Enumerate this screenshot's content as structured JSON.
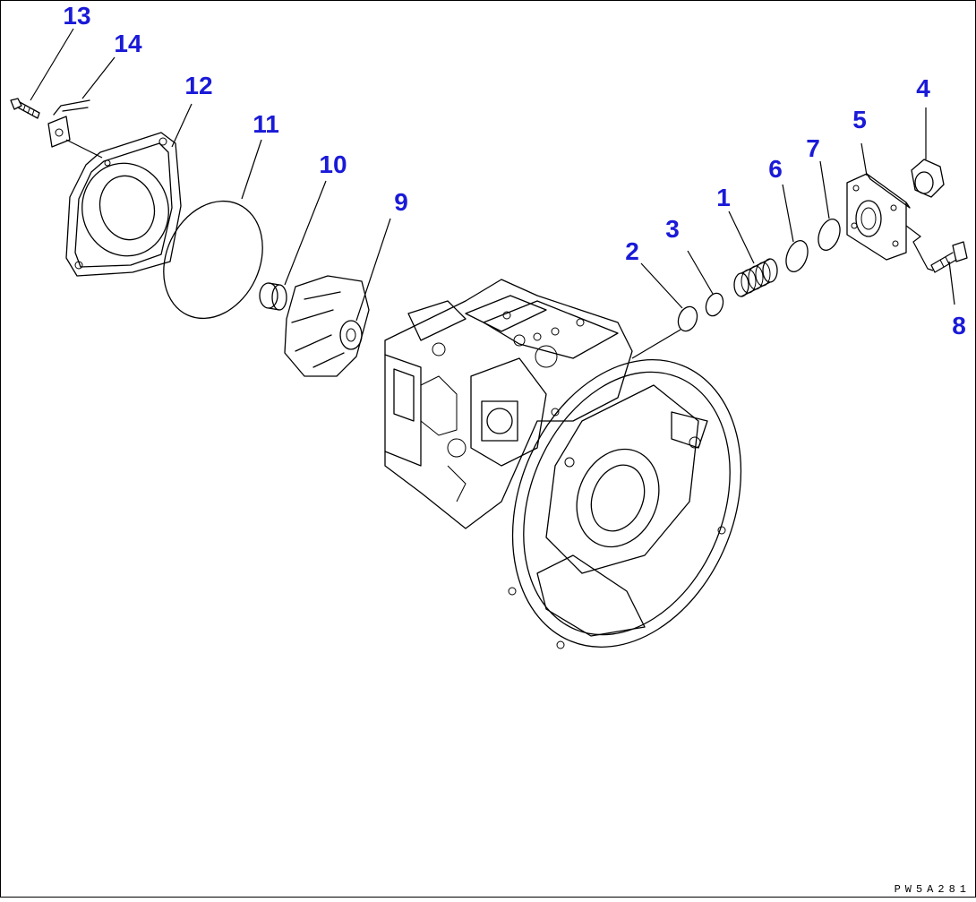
{
  "diagram": {
    "callouts": [
      {
        "id": "1",
        "label": "1"
      },
      {
        "id": "2",
        "label": "2"
      },
      {
        "id": "3",
        "label": "3"
      },
      {
        "id": "4",
        "label": "4"
      },
      {
        "id": "5",
        "label": "5"
      },
      {
        "id": "6",
        "label": "6"
      },
      {
        "id": "7",
        "label": "7"
      },
      {
        "id": "8",
        "label": "8"
      },
      {
        "id": "9",
        "label": "9"
      },
      {
        "id": "10",
        "label": "10"
      },
      {
        "id": "11",
        "label": "11"
      },
      {
        "id": "12",
        "label": "12"
      },
      {
        "id": "13",
        "label": "13"
      },
      {
        "id": "14",
        "label": "14"
      }
    ],
    "reference_code": "PW5A281",
    "colors": {
      "callout": "#1a1ad8",
      "line": "#000000",
      "background": "#ffffff"
    }
  }
}
